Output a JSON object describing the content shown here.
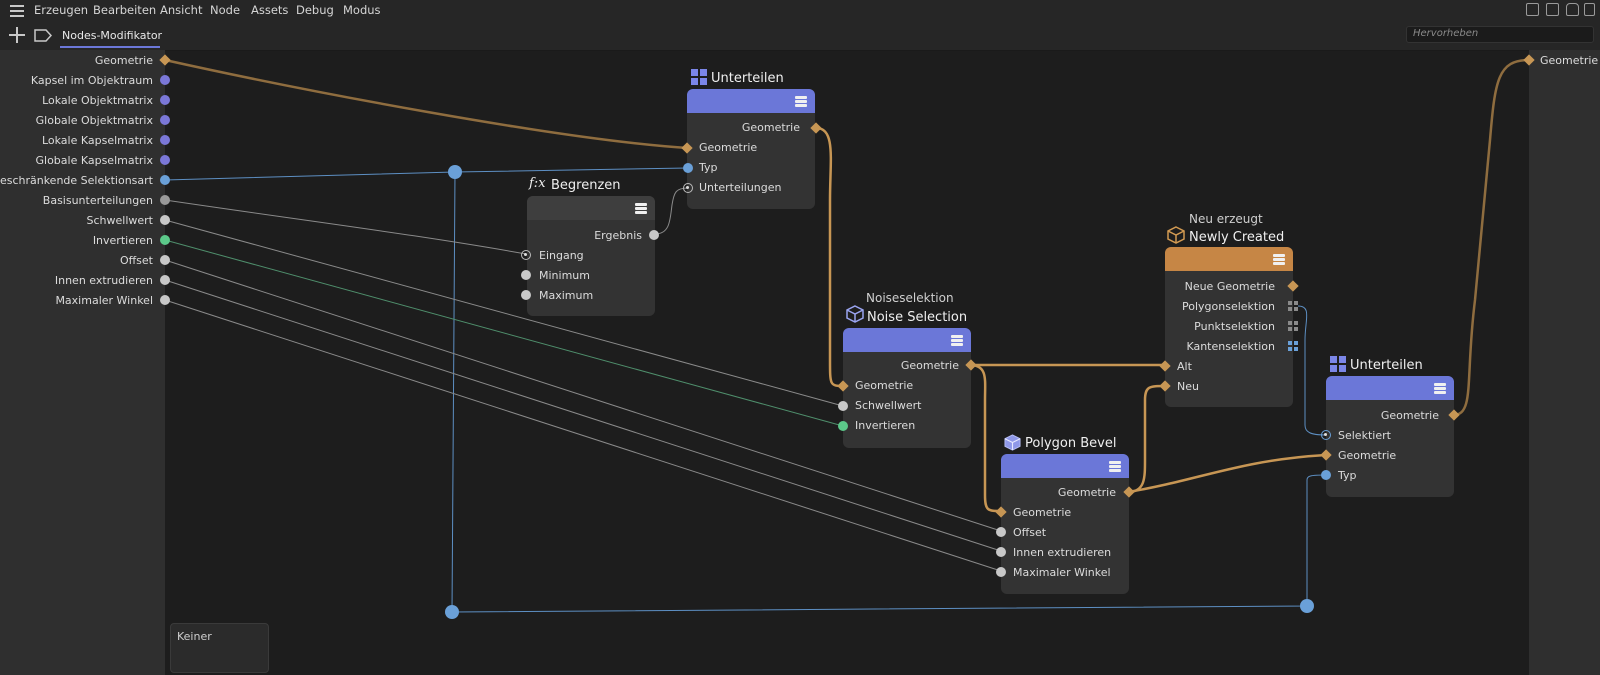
{
  "menubar": {
    "items": [
      "Erzeugen",
      "Bearbeiten",
      "Ansicht",
      "Node",
      "Assets",
      "Debug",
      "Modus"
    ]
  },
  "tabbar": {
    "tab_label": "Nodes-Modifikator",
    "search_placeholder": "Hervorheben"
  },
  "left_panel": {
    "ports": [
      {
        "label": "Geometrie",
        "type": "geometry"
      },
      {
        "label": "Kapsel im Objektraum",
        "type": "matrix"
      },
      {
        "label": "Lokale Objektmatrix",
        "type": "matrix"
      },
      {
        "label": "Globale Objektmatrix",
        "type": "matrix"
      },
      {
        "label": "Lokale Kapselmatrix",
        "type": "matrix"
      },
      {
        "label": "Globale Kapselmatrix",
        "type": "matrix"
      },
      {
        "label": "Beschränkende Selektionsart",
        "type": "int"
      },
      {
        "label": "Basisunterteilungen",
        "type": "int"
      },
      {
        "label": "Schwellwert",
        "type": "float"
      },
      {
        "label": "Invertieren",
        "type": "bool"
      },
      {
        "label": "Offset",
        "type": "float"
      },
      {
        "label": "Innen extrudieren",
        "type": "float"
      },
      {
        "label": "Maximaler Winkel",
        "type": "float"
      }
    ],
    "keiner_label": "Keiner"
  },
  "right_panel": {
    "port_label": "Geometrie"
  },
  "nodes": {
    "unterteilen1": {
      "title": "Unterteilen",
      "output": "Geometrie",
      "inputs": [
        "Geometrie",
        "Typ",
        "Unterteilungen"
      ]
    },
    "begrenzen": {
      "icon_label": "f:x",
      "title": "Begrenzen",
      "output": "Ergebnis",
      "inputs": [
        "Eingang",
        "Minimum",
        "Maximum"
      ]
    },
    "noise": {
      "subtitle": "Noiseselektion",
      "title": "Noise Selection",
      "output": "Geometrie",
      "inputs": [
        "Geometrie",
        "Schwellwert",
        "Invertieren"
      ]
    },
    "bevel": {
      "title": "Polygon Bevel",
      "output": "Geometrie",
      "inputs": [
        "Geometrie",
        "Offset",
        "Innen extrudieren",
        "Maximaler Winkel"
      ]
    },
    "newly": {
      "subtitle": "Neu erzeugt",
      "title": "Newly Created",
      "outputs": [
        "Neue Geometrie",
        "Polygonselektion",
        "Punktselektion",
        "Kantenselektion"
      ],
      "inputs": [
        "Alt",
        "Neu"
      ]
    },
    "unterteilen2": {
      "title": "Unterteilen",
      "output": "Geometrie",
      "inputs": [
        "Selektiert",
        "Geometrie",
        "Typ"
      ]
    }
  },
  "colors": {
    "geometry_port": "#c79654",
    "matrix_port": "#7b78d8",
    "int_port": "#6aa0d8",
    "float_port": "#c8c8c8",
    "bool_port": "#5cc98a",
    "node_header_blue": "#6b77d8",
    "node_header_orange": "#c68645",
    "node_header_gray": "#3e3e3e"
  }
}
